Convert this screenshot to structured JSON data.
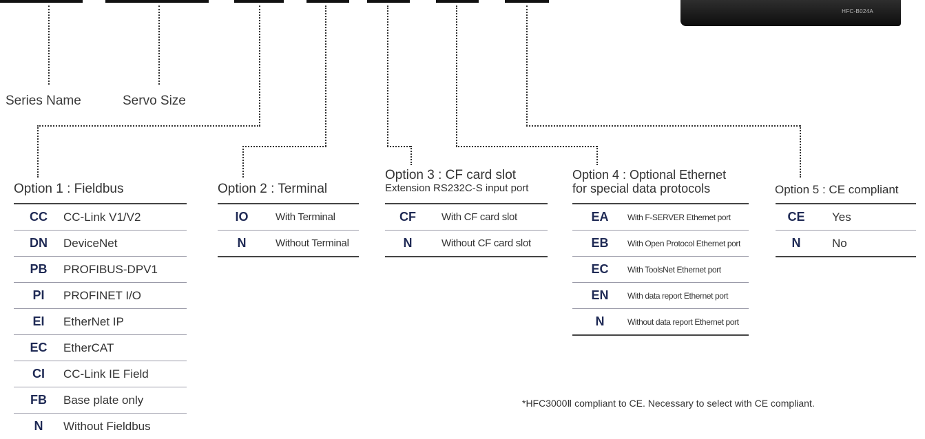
{
  "top_labels": {
    "series_name": "Series Name",
    "servo_size": "Servo Size"
  },
  "device": {
    "model_label": "HFC-B024A"
  },
  "option1": {
    "title": "Option 1 : Fieldbus",
    "rows": [
      {
        "code": "CC",
        "desc": "CC-Link V1/V2"
      },
      {
        "code": "DN",
        "desc": "DeviceNet"
      },
      {
        "code": "PB",
        "desc": "PROFIBUS-DPV1"
      },
      {
        "code": "PI",
        "desc": "PROFINET I/O"
      },
      {
        "code": "EI",
        "desc": "EtherNet IP"
      },
      {
        "code": "EC",
        "desc": "EtherCAT"
      },
      {
        "code": "CI",
        "desc": "CC-Link IE Field"
      },
      {
        "code": "FB",
        "desc": "Base plate only"
      },
      {
        "code": "N",
        "desc": "Without Fieldbus"
      }
    ]
  },
  "option2": {
    "title": "Option 2 : Terminal",
    "rows": [
      {
        "code": "IO",
        "desc": "With Terminal"
      },
      {
        "code": "N",
        "desc": "Without Terminal"
      }
    ]
  },
  "option3": {
    "title": "Option 3 : CF card slot",
    "subtitle": "Extension RS232C-S input port",
    "rows": [
      {
        "code": "CF",
        "desc": "With CF card slot"
      },
      {
        "code": "N",
        "desc": "Without CF card slot"
      }
    ]
  },
  "option4": {
    "title": "Option 4 : Optional Ethernet",
    "subtitle": "for special data protocols",
    "rows": [
      {
        "code": "EA",
        "desc": "With F-SERVER Ethernet port"
      },
      {
        "code": "EB",
        "desc": "With Open Protocol Ethernet port"
      },
      {
        "code": "EC",
        "desc": "With ToolsNet Ethernet port"
      },
      {
        "code": "EN",
        "desc": "With data report Ethernet port"
      },
      {
        "code": "N",
        "desc": "Without data report Ethernet port"
      }
    ]
  },
  "option5": {
    "title": "Option 5 : CE compliant",
    "rows": [
      {
        "code": "CE",
        "desc": "Yes"
      },
      {
        "code": "N",
        "desc": "No"
      }
    ]
  },
  "note": "*HFC3000Ⅱ compliant to CE.  Necessary to select with CE compliant."
}
